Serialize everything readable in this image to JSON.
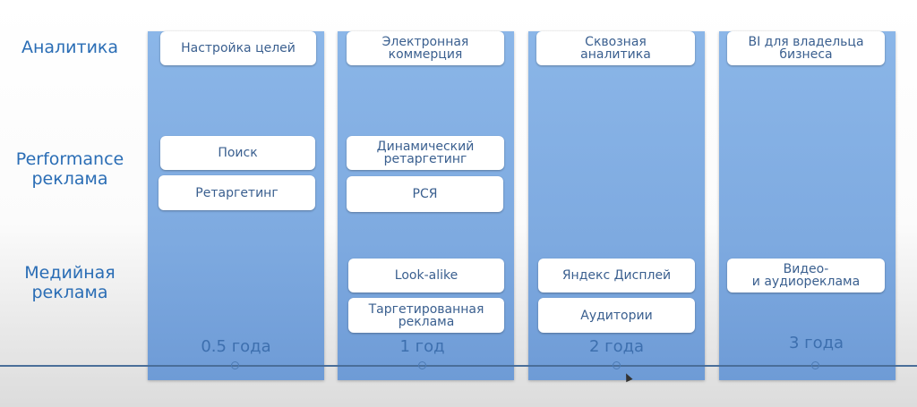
{
  "rows": {
    "analytics": "Аналитика",
    "performance": "Performance\nреклама",
    "media": "Медийная\nреклама"
  },
  "columns": [
    {
      "year": "0.5 года",
      "cards": {
        "goals": "Настройка целей",
        "search": "Поиск",
        "retargeting": "Ретаргетинг"
      }
    },
    {
      "year": "1 год",
      "cards": {
        "ecommerce": "Электронная\nкоммерция",
        "dynamic": "Динамический\nретаргетинг",
        "rsya": "РСЯ",
        "lookalike": "Look-alike",
        "targeted": "Таргетированная\nреклама"
      }
    },
    {
      "year": "2 года",
      "cards": {
        "endtoend": "Сквозная\nаналитика",
        "display": "Яндекс Дисплей",
        "audiences": "Аудитории"
      }
    },
    {
      "year": "3 года",
      "cards": {
        "bi": "BI для владельца\nбизнеса",
        "video": "Видео-\nи аудиореклама"
      }
    }
  ]
}
